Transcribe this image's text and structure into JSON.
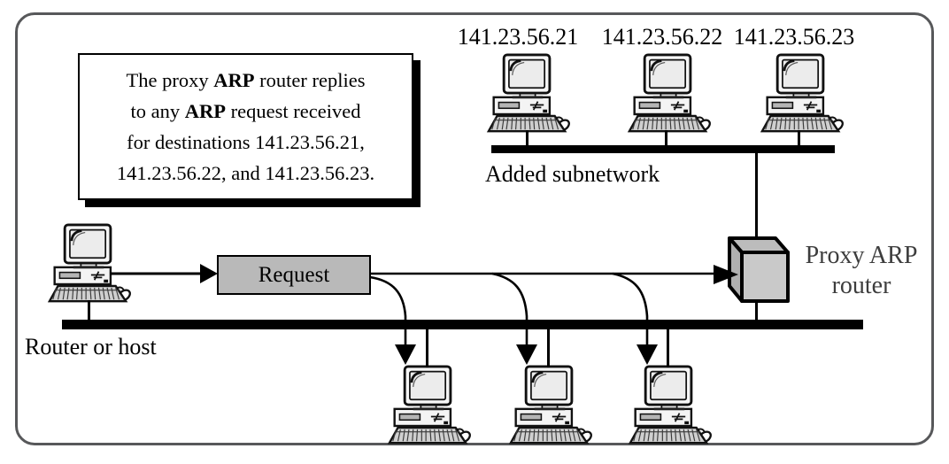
{
  "figure": {
    "description": "Proxy ARP network diagram"
  },
  "note": {
    "lines": [
      {
        "pre": "The proxy ",
        "bold": "ARP",
        "post": " router replies"
      },
      {
        "pre": "to any ",
        "bold": "ARP",
        "post": " request received"
      },
      {
        "pre": "for destinations 141.23.56.21,",
        "bold": "",
        "post": ""
      },
      {
        "pre": "141.23.56.22, and 141.23.56.23.",
        "bold": "",
        "post": ""
      }
    ]
  },
  "subnet": {
    "ips": [
      "141.23.56.21",
      "141.23.56.22",
      "141.23.56.23"
    ],
    "label": "Added subnetwork"
  },
  "main_network": {
    "host_label": "Router or host"
  },
  "request": {
    "label": "Request"
  },
  "router": {
    "label_line1": "Proxy ARP",
    "label_line2": "router"
  },
  "colors": {
    "frame_border": "#57585a",
    "request_fill": "#b9b9b9",
    "cube_front": "#c9c9c9",
    "cube_top": "#bcbcbc",
    "cube_side": "#b0b0b0",
    "bus": "#000000",
    "router_label_text": "#3d3d3d"
  }
}
